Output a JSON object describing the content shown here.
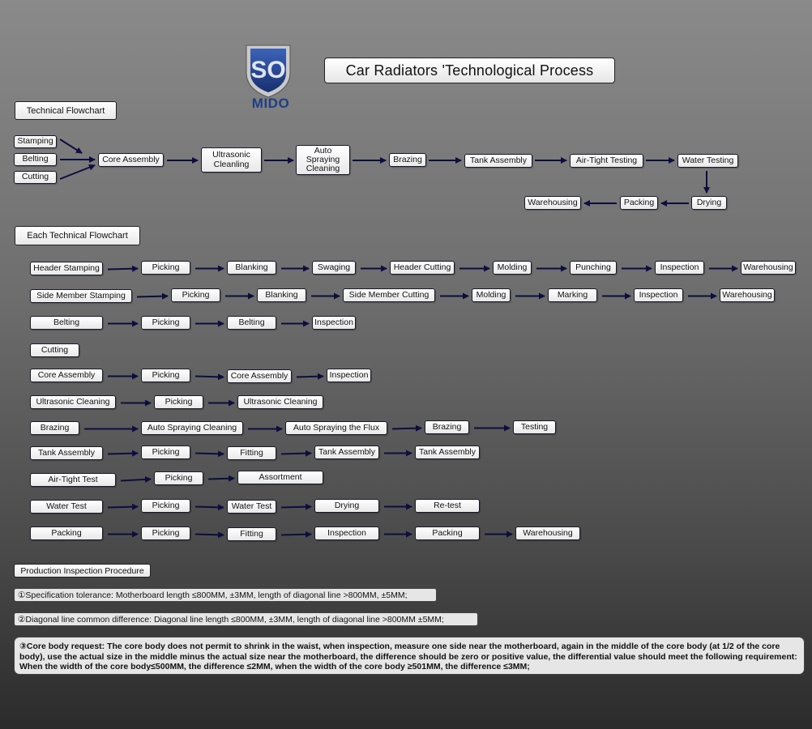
{
  "header": {
    "title": "Car Radiators 'Technological Process",
    "brand": "MIDO",
    "logo_mark": "SO"
  },
  "sections": {
    "technical_flowchart": "Technical Flowchart",
    "each_technical_flowchart": "Each Technical Flowchart",
    "production_inspection": "Production Inspection Procedure"
  },
  "main_flow": {
    "inputs": [
      "Stamping",
      "Belting",
      "Cutting"
    ],
    "steps": [
      "Core Assembly",
      "Ultrasonic Cleanling",
      "Auto Spraying Cleaning",
      "Brazing",
      "Tank Assembly",
      "Air-Tight Testing",
      "Water Testing"
    ],
    "return_steps": [
      "Drying",
      "Packing",
      "Warehousing"
    ]
  },
  "each_flows": [
    [
      "Header Stamping",
      "Picking",
      "Blanking",
      "Swaging",
      "Header Cutting",
      "Molding",
      "Punching",
      "Inspection",
      "Warehousing"
    ],
    [
      "Side Member Stamping",
      "Picking",
      "Blanking",
      "Side Member Cutting",
      "Molding",
      "Marking",
      "Inspection",
      "Warehousing"
    ],
    [
      "Belting",
      "Picking",
      "Belting",
      "Inspection"
    ],
    [
      "Cutting"
    ],
    [
      "Core Assembly",
      "Picking",
      "Core Assembly",
      "Inspection"
    ],
    [
      "Ultrasonic Cleaning",
      "Picking",
      "Ultrasonic Cleaning"
    ],
    [
      "Brazing",
      "Auto Spraying Cleaning",
      "Auto Spraying the Flux",
      "Brazing",
      "Testing"
    ],
    [
      "Tank Assembly",
      "Picking",
      "Fitting",
      "Tank Assembly",
      "Tank Assembly"
    ],
    [
      "Air-Tight Test",
      "Picking",
      "Assortment"
    ],
    [
      "Water Test",
      "Picking",
      "Water Test",
      "Drying",
      "Re-test"
    ],
    [
      "Packing",
      "Picking",
      "Fitting",
      "Inspection",
      "Packing",
      "Warehousing"
    ]
  ],
  "inspection_notes": [
    "①Specification tolerance: Motherboard length ≤800MM, ±3MM, length of diagonal line >800MM, ±5MM;",
    "②Diagonal line common difference: Diagonal line length ≤800MM, ±3MM, length of diagonal line >800MM ±5MM;",
    "③Core body request: The core body does not permit to shrink in the waist, when inspection, measure one side near the motherboard, again in the middle of the core body (at 1/2 of the core body), use the actual size in the middle minus the actual size near the motherboard, the difference should be zero or positive value, the differential value should meet the following requirement: When the width of the core body≤500MM, the difference ≤2MM, when the width of the core body ≥501MM, the difference ≤3MM;"
  ],
  "colors": {
    "arrow": "#0d0d40",
    "box_fill": "#f2f2f2",
    "logo_blue": "#1d3f86"
  }
}
